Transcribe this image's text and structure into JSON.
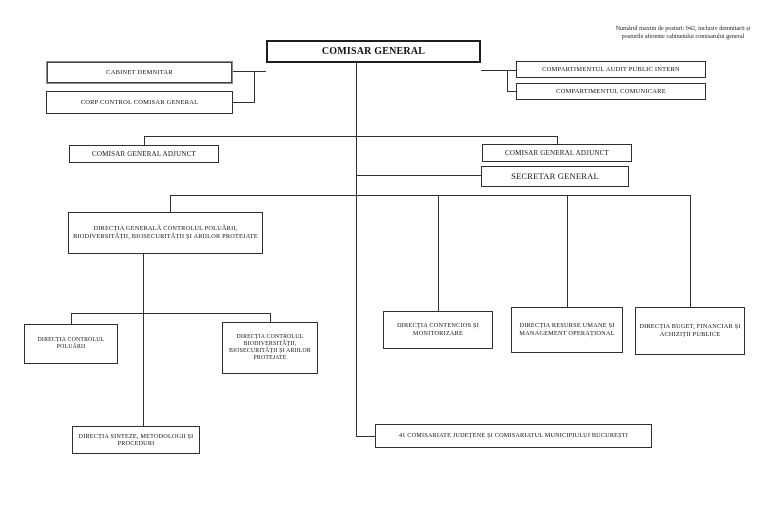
{
  "diagram": {
    "type": "org-chart",
    "language": "ro"
  },
  "note": {
    "line1": "Numărul maxim de posturi: 942, inclusiv demnitarii și",
    "line2": "posturile aferente cabinetului comisarului general"
  },
  "nodes": {
    "comisar_general": "COMISAR GENERAL",
    "cabinet_demnitar": "CABINET DEMNITAR",
    "corp_control": "CORP CONTROL COMISAR GENERAL",
    "audit": "COMPARTIMENTUL AUDIT PUBLIC INTERN",
    "comunicare": "COMPARTIMENTUL COMUNICARE",
    "adjunct_left": "COMISAR GENERAL ADJUNCT",
    "adjunct_right": "COMISAR GENERAL ADJUNCT",
    "secretar_general": "SECRETAR GENERAL",
    "dg_control": "DIRECȚIA GENERALĂ CONTROLUL POLUĂRII, BIODIVERSITĂȚII, BIOSECURITĂȚII ȘI ARIILOR PROTEJATE",
    "d_poluarii": "DIRECȚIA CONTROLUL POLUĂRII",
    "d_biodiversitate": "DIRECȚIA CONTROLUL BIODIVERSITĂȚII, BIOSECURITĂȚII ȘI ARIILOR PROTEJATE",
    "d_sinteze": "DIRECȚIA SINTEZE, METODOLOGII ȘI PROCEDURI",
    "d_contencios": "DIRECȚIA CONTENCIOS ȘI MONITORIZARE",
    "d_resurse": "DIRECȚIA RESURSE UMANE ȘI MANAGEMENT OPERAȚIONAL",
    "d_buget": "DIRECȚIA BUGET, FINANCIAR ȘI ACHIZIȚII PUBLICE",
    "comisariate": "41 COMISARIATE JUDEȚENE ȘI COMISARIATUL MUNICIPIULUI BUCUREȘTI"
  }
}
